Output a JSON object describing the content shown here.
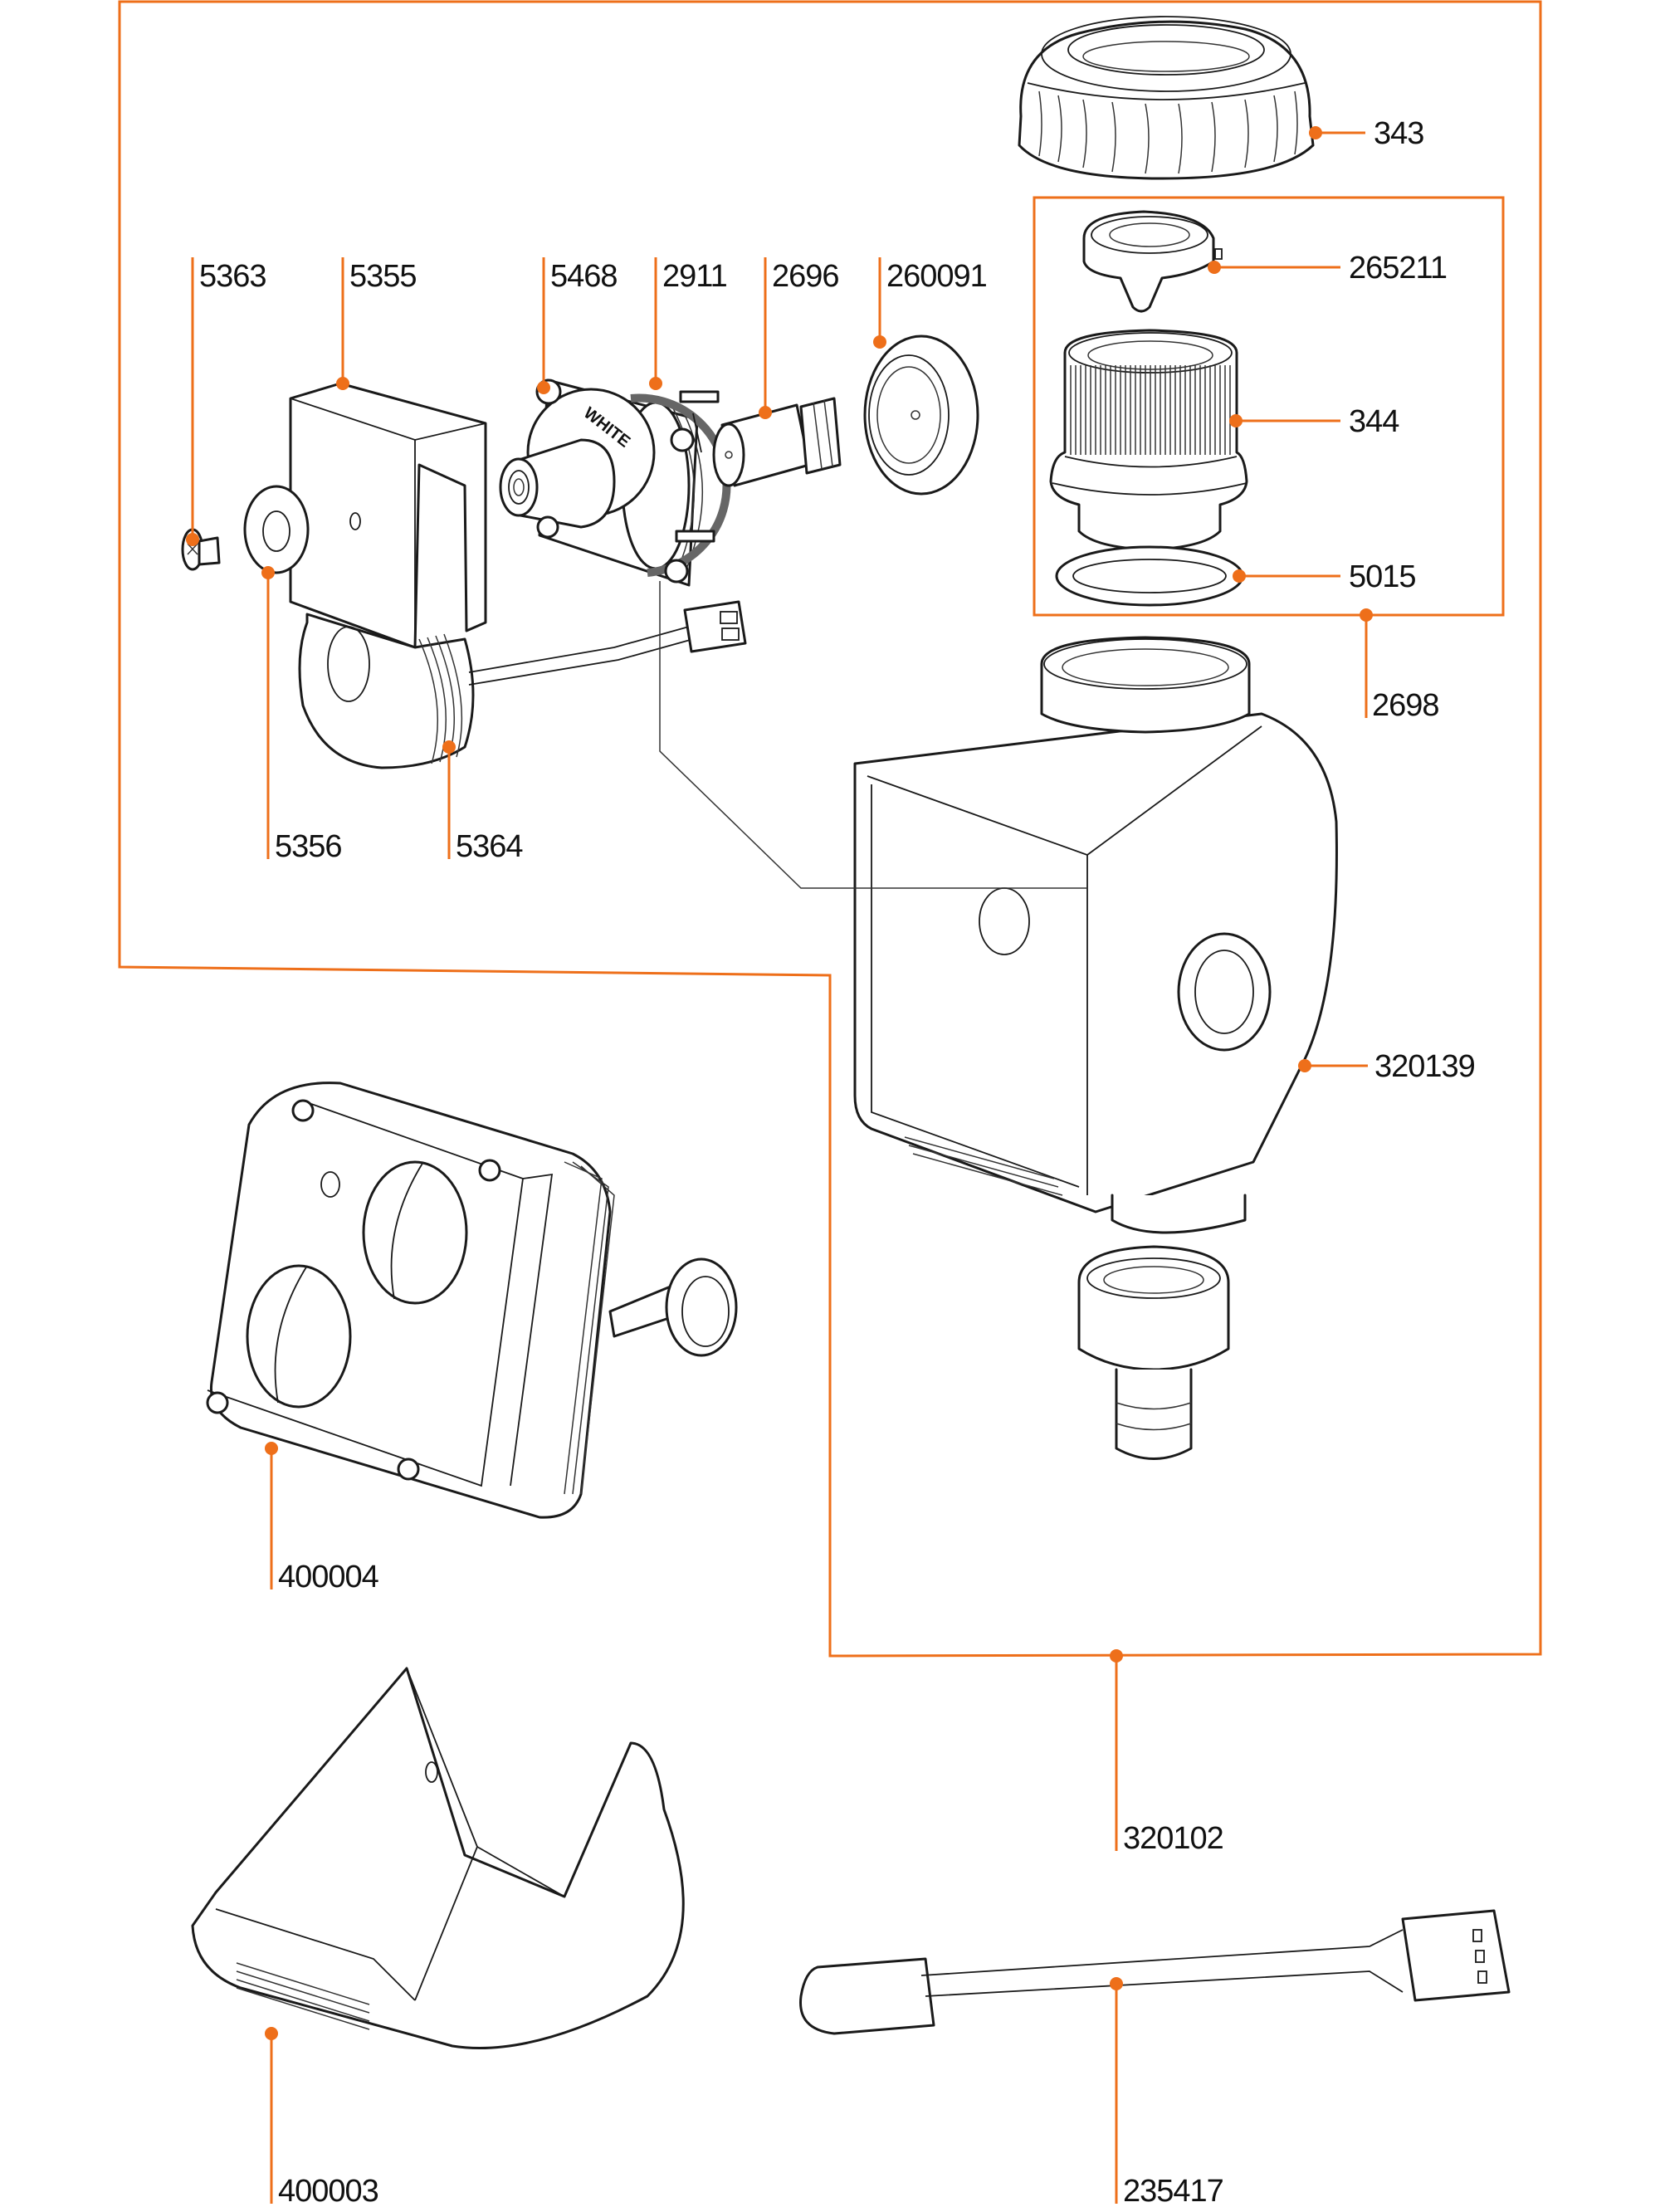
{
  "diagram": {
    "accent_color": "#ee6f1a",
    "line_color": "#1a1a1a",
    "valve_marking": "WHITE",
    "parts": [
      {
        "id": "343",
        "name": "union-nut"
      },
      {
        "id": "265211",
        "name": "flow-restrictor-insert"
      },
      {
        "id": "344",
        "name": "threaded-adapter"
      },
      {
        "id": "5015",
        "name": "o-ring"
      },
      {
        "id": "2698",
        "name": "inlet-connector-kit"
      },
      {
        "id": "5363",
        "name": "screw"
      },
      {
        "id": "5355",
        "name": "coil-bracket"
      },
      {
        "id": "5468",
        "name": "valve-screw"
      },
      {
        "id": "2911",
        "name": "valve-body"
      },
      {
        "id": "2696",
        "name": "plunger"
      },
      {
        "id": "260091",
        "name": "diaphragm"
      },
      {
        "id": "5356",
        "name": "washer"
      },
      {
        "id": "5364",
        "name": "solenoid-coil"
      },
      {
        "id": "320139",
        "name": "housing"
      },
      {
        "id": "400004",
        "name": "control-unit"
      },
      {
        "id": "320102",
        "name": "water-timer-assembly"
      },
      {
        "id": "400003",
        "name": "cover"
      },
      {
        "id": "235417",
        "name": "sensor-cable"
      }
    ],
    "labels": {
      "p343": "343",
      "p265211": "265211",
      "p344": "344",
      "p5015": "5015",
      "p2698": "2698",
      "p5363": "5363",
      "p5355": "5355",
      "p5468": "5468",
      "p2911": "2911",
      "p2696": "2696",
      "p260091": "260091",
      "p5356": "5356",
      "p5364": "5364",
      "p320139": "320139",
      "p400004": "400004",
      "p320102": "320102",
      "p400003": "400003",
      "p235417": "235417"
    }
  }
}
